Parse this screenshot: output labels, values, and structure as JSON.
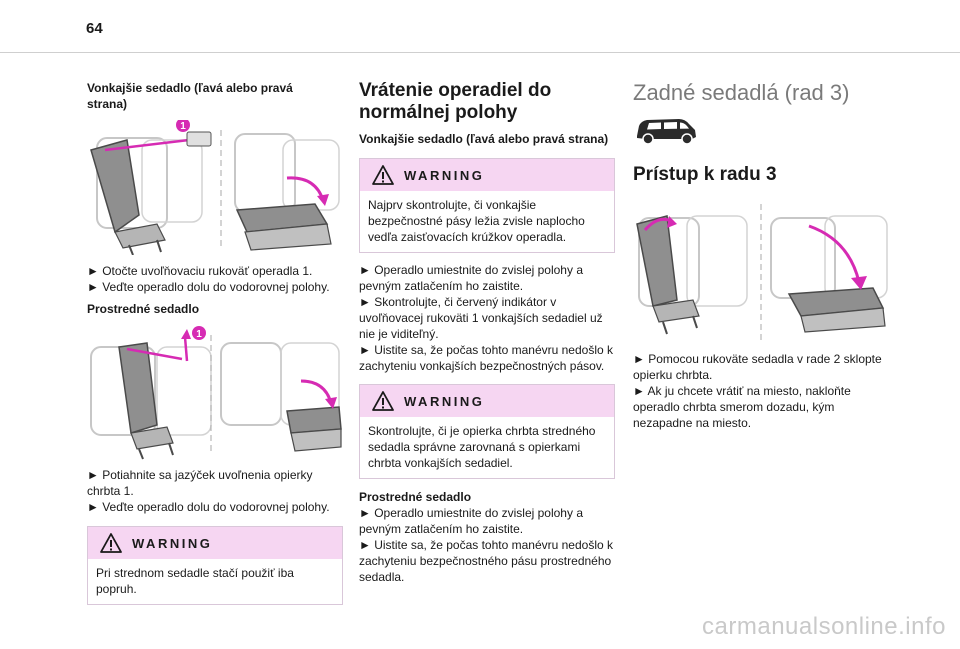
{
  "page_number": "64",
  "col1": {
    "heading1": "Vonkajšie sedadlo (ľavá alebo pravá strana)",
    "steps1": [
      "► Otočte uvoľňovaciu rukoväť operadla 1.",
      "► Veďte operadlo dolu do vodorovnej polohy."
    ],
    "heading2": "Prostredné sedadlo",
    "steps2": [
      "► Potiahnite sa jazýček uvoľnenia opierky chrbta 1.",
      "► Veďte operadlo dolu do vodorovnej polohy."
    ],
    "warning": {
      "title": "WARNING",
      "text": "Pri strednom sedadle stačí použiť iba popruh."
    }
  },
  "col2": {
    "title": "Vrátenie operadiel do normálnej polohy",
    "subhead": "Vonkajšie sedadlo (ľavá alebo pravá strana)",
    "warning1": {
      "title": "WARNING",
      "text": "Najprv skontrolujte, či vonkajšie bezpečnostné pásy ležia zvisle naplocho vedľa zaisťovacích krúžkov operadla."
    },
    "steps": [
      "► Operadlo umiestnite do zvislej polohy a pevným zatlačením ho zaistite.",
      "► Skontrolujte, či červený indikátor v uvoľňovacej rukoväti 1 vonkajších sedadiel už nie je viditeľný.",
      "► Uistite sa, že počas tohto manévru nedošlo k zachyteniu vonkajších bezpečnostných pásov."
    ],
    "warning2": {
      "title": "WARNING",
      "text": "Skontrolujte, či je opierka chrbta stredného sedadla správne zarovnaná s opierkami chrbta vonkajších sedadiel."
    },
    "middle_head": "Prostredné sedadlo",
    "middle_steps": [
      "► Operadlo umiestnite do zvislej polohy a pevným zatlačením ho zaistite.",
      "► Uistite sa, že počas tohto manévru nedošlo k zachyteniu bezpečnostného pásu prostredného sedadla."
    ]
  },
  "col3": {
    "title": "Zadné sedadlá (rad 3)",
    "subtitle": "Prístup k radu 3",
    "steps": [
      "► Pomocou rukoväte sedadla v rade 2 sklopte opierku chrbta.",
      "► Ak ju chcete vrátiť na miesto, nakloňte operadlo chrbta smerom dozadu, kým nezapadne na miesto."
    ]
  },
  "callout_label": "1",
  "watermark": "carmanualsonline.info",
  "colors": {
    "accent": "#d62bb3",
    "warning_bg": "#f6d6f2"
  },
  "icons": [
    "warning-triangle-icon",
    "van-icon"
  ]
}
